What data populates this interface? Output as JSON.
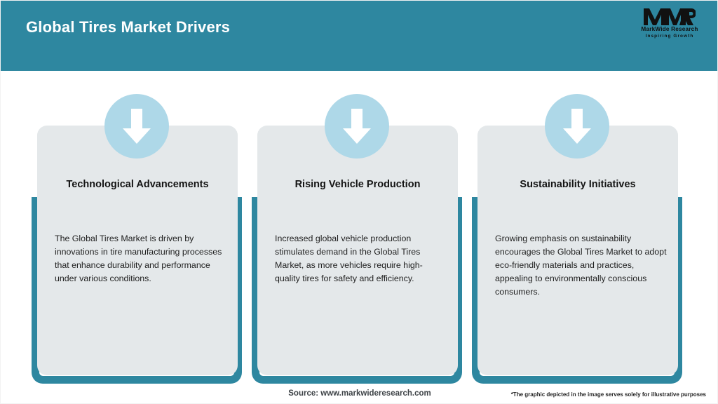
{
  "header": {
    "title": "Global Tires Market Drivers",
    "background_color": "#2e87a0",
    "title_color": "#ffffff"
  },
  "logo": {
    "mark": "MWR",
    "name": "MarkWide Research",
    "tagline": "Inspiring Growth"
  },
  "theme": {
    "accent_teal": "#2e87a0",
    "card_background": "#e4e8ea",
    "icon_circle": "#aed8e8",
    "icon_arrow": "#ffffff",
    "page_background": "#ffffff"
  },
  "cards": [
    {
      "icon": "arrow-down-icon",
      "title": "Technological Advancements",
      "body": "The Global Tires Market is driven by innovations in tire manufacturing processes that enhance durability and performance under various conditions."
    },
    {
      "icon": "arrow-down-icon",
      "title": "Rising Vehicle Production",
      "body": "Increased global vehicle production stimulates demand in the Global Tires Market, as more vehicles require high-quality tires for safety and efficiency."
    },
    {
      "icon": "arrow-down-icon",
      "title": "Sustainability Initiatives",
      "body": "Growing emphasis on sustainability encourages the Global Tires Market to adopt eco-friendly materials and practices, appealing to environmentally conscious consumers."
    }
  ],
  "footer": {
    "source": "Source: www.markwideresearch.com",
    "disclaimer": "*The graphic depicted in the image serves solely for illustrative purposes"
  }
}
